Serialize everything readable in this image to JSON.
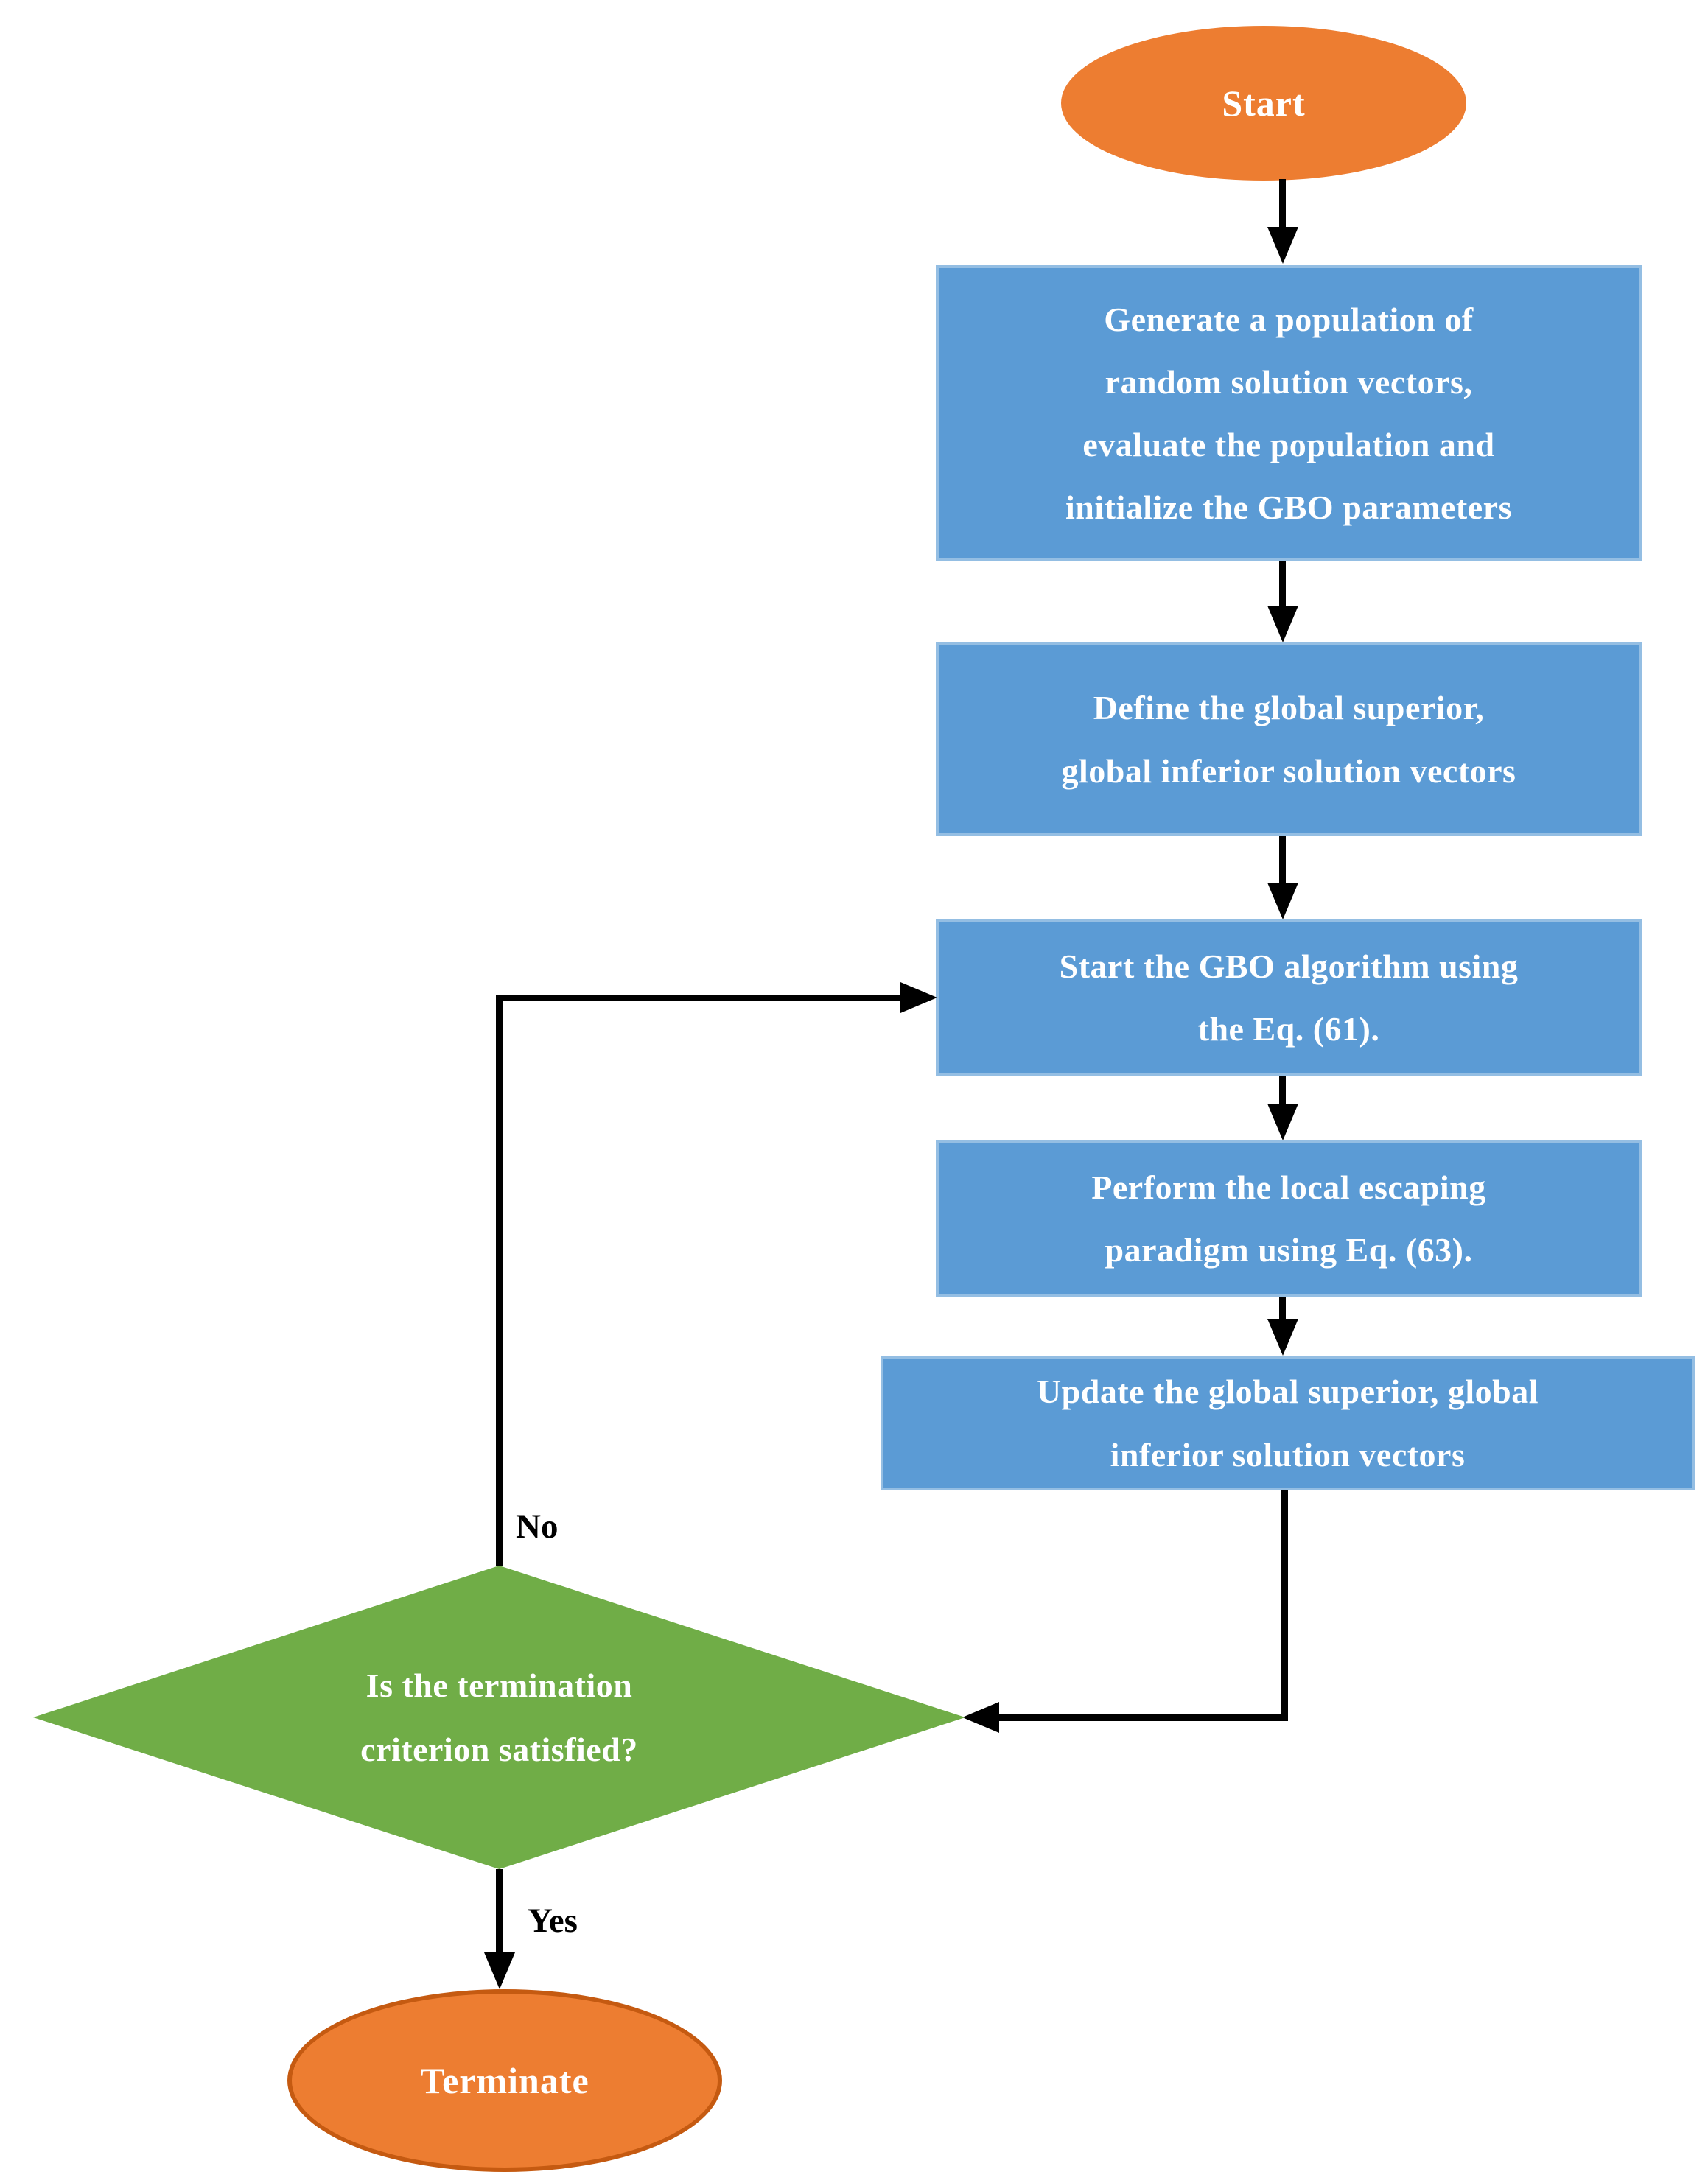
{
  "diagram": {
    "title": "GBO algorithm flowchart",
    "type": "flowchart"
  },
  "colors": {
    "process_fill": "#5B9BD5",
    "decision_fill": "#70AD47",
    "terminal_fill": "#ED7D31",
    "terminal_border": "#C55A11",
    "arrow": "#000000",
    "shape_text": "#FFFFFF",
    "label_text": "#000000"
  },
  "nodes": {
    "start": {
      "label": "Start"
    },
    "generate": {
      "lines": [
        "Generate a population of",
        "random solution vectors,",
        "evaluate the population and",
        "initialize the GBO parameters"
      ]
    },
    "define": {
      "lines": [
        "Define the global superior,",
        "global inferior solution vectors"
      ]
    },
    "gbo": {
      "lines": [
        "Start the GBO algorithm using",
        "the Eq. (61)."
      ]
    },
    "escape": {
      "lines": [
        "Perform the local escaping",
        "paradigm using Eq. (63)."
      ]
    },
    "update": {
      "lines": [
        "Update the global superior, global",
        "inferior solution vectors"
      ]
    },
    "decision": {
      "lines": [
        "Is the termination",
        "criterion satisfied?"
      ]
    },
    "terminate": {
      "label": "Terminate"
    }
  },
  "edges": {
    "no_label": "No",
    "yes_label": "Yes"
  }
}
